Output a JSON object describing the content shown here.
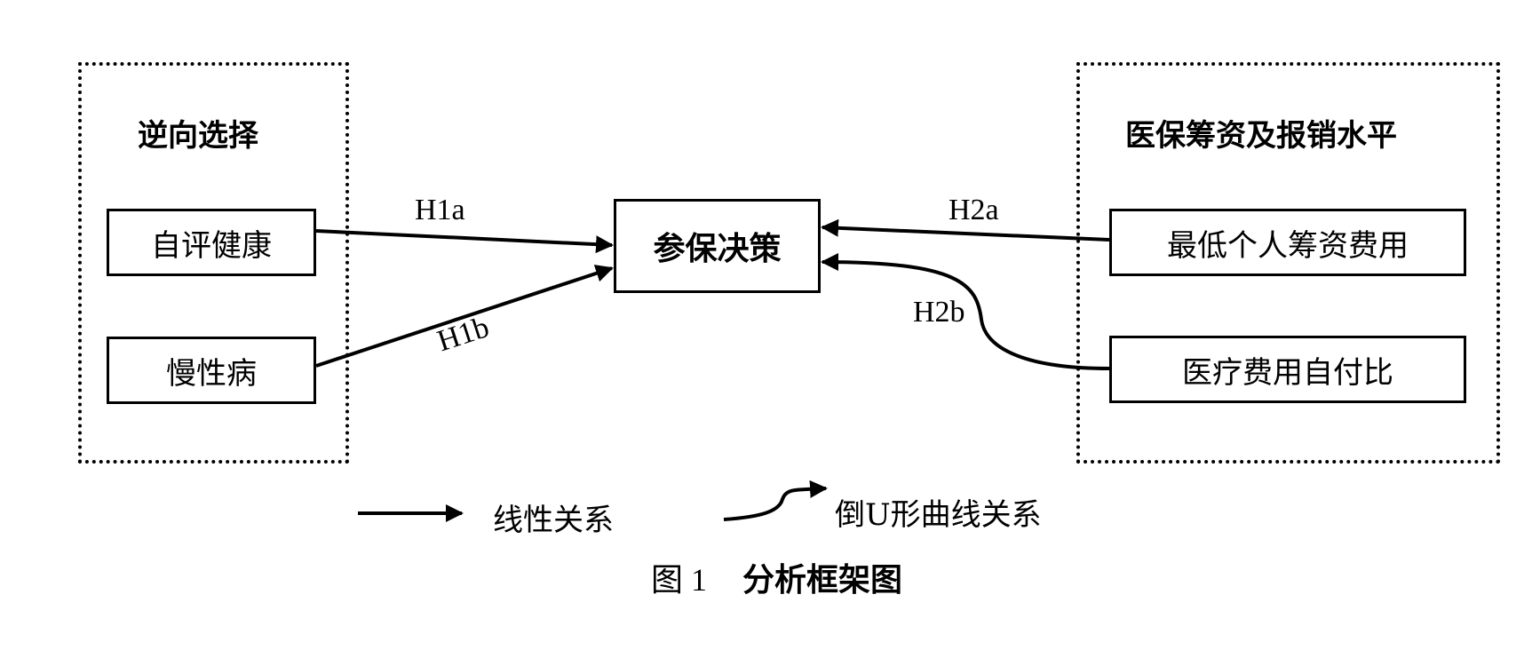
{
  "left_group": {
    "title": "逆向选择",
    "items": [
      "自评健康",
      "慢性病"
    ]
  },
  "center": {
    "label": "参保决策"
  },
  "right_group": {
    "title": "医保筹资及报销水平",
    "items": [
      "最低个人筹资费用",
      "医疗费用自付比"
    ]
  },
  "hypotheses": {
    "h1a": "H1a",
    "h1b": "H1b",
    "h2a": "H2a",
    "h2b": "H2b"
  },
  "legend": {
    "linear": "线性关系",
    "inverted_u": "倒U形曲线关系"
  },
  "caption": {
    "figure_no": "图 1",
    "title": "分析框架图"
  }
}
